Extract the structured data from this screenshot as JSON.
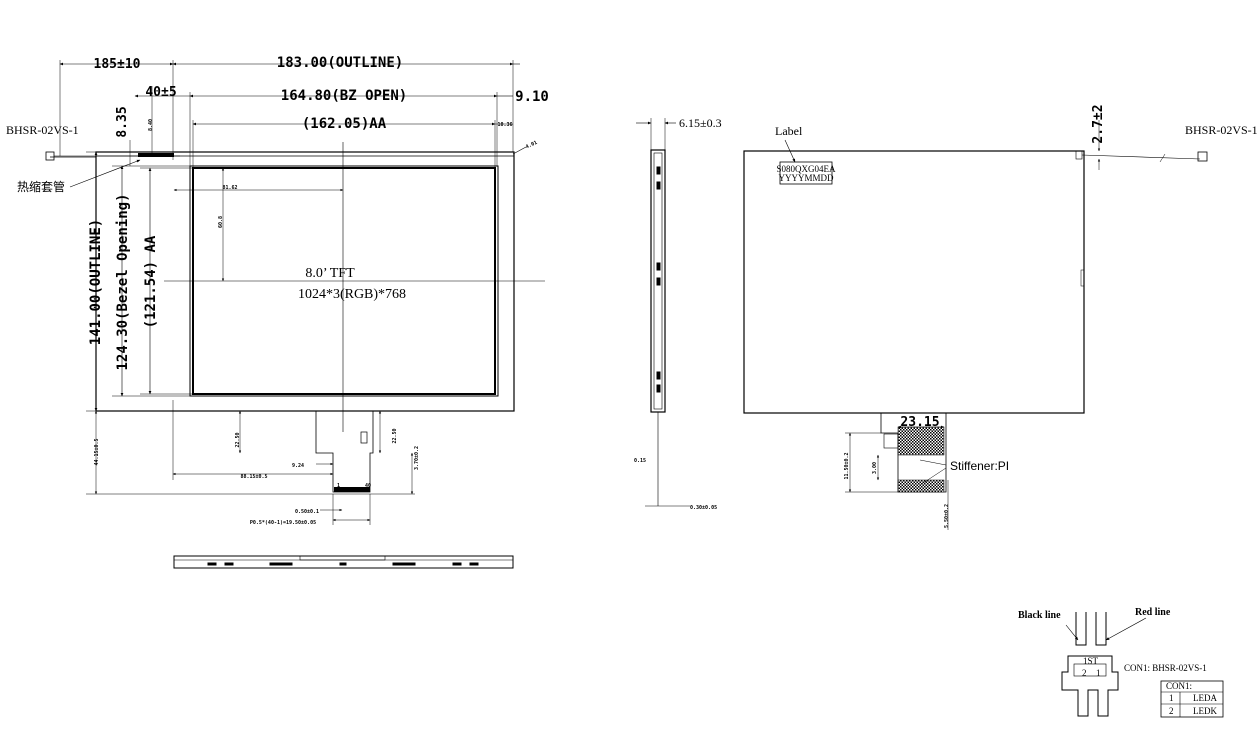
{
  "front_view": {
    "dims": {
      "cable_length": "185±10",
      "outline_width": "183.00(OUTLINE)",
      "cable_offset": "40±5",
      "bezel_open_width": "164.80(BZ OPEN)",
      "right_margin": "9.10",
      "aa_width": "(162.05)AA",
      "right_aa_gap": "10.36",
      "top_margin": "8.35",
      "outline_height": "141.00(OUTLINE)",
      "bezel_open_height": "124.30(Bezel Opening)",
      "aa_height": "(121.54) AA",
      "center_x": "81.62",
      "center_y": "60.8",
      "fpc_width_left": "22.50",
      "fpc_width_right": "22.50",
      "fpc_offset": "9.24",
      "fpc_position": "88.15±0.5",
      "fpc_total_height": "44.15±0.5",
      "fpc_tail": "3.70±0.2",
      "pin_pitch_small": "0.50±0.1",
      "pin_pitch_formula": "P0.5*(40-1)=19.50±0.05",
      "pin_numbers": [
        "1",
        "40"
      ],
      "cable_tip": "4.01",
      "cable_mark": "8.40"
    },
    "labels": {
      "connector": "BHSR-02VS-1",
      "heat_shrink": "热缩套管"
    },
    "panel_text": {
      "size": "8.0’ TFT",
      "resolution": "1024*3(RGB)*768"
    }
  },
  "side_view": {
    "thickness": "6.15±0.3",
    "dim_small": "0.15",
    "dim_bottom": "0.30±0.05"
  },
  "back_view": {
    "label_caption": "Label",
    "label_lines": [
      "S080QXG04EA",
      "YYYYMMDD"
    ],
    "connector": "BHSR-02VS-1",
    "cable_offset": "2.7±2",
    "stiffener_width": "23.15",
    "stiffener_label": "Stiffener:PI",
    "fpc_height": "11.50±0.2",
    "stiffener_gap": "3.00",
    "stiffener_bottom": "5.50±0.2"
  },
  "connector_detail": {
    "black_line": "Black line",
    "red_line": "Red line",
    "con_label": "CON1: BHSR-02VS-1",
    "pin_marks": [
      "2",
      "1"
    ],
    "pin_text": "1ST",
    "table_header": "CON1:",
    "pins": [
      {
        "no": "1",
        "name": "LEDA"
      },
      {
        "no": "2",
        "name": "LEDK"
      }
    ]
  }
}
